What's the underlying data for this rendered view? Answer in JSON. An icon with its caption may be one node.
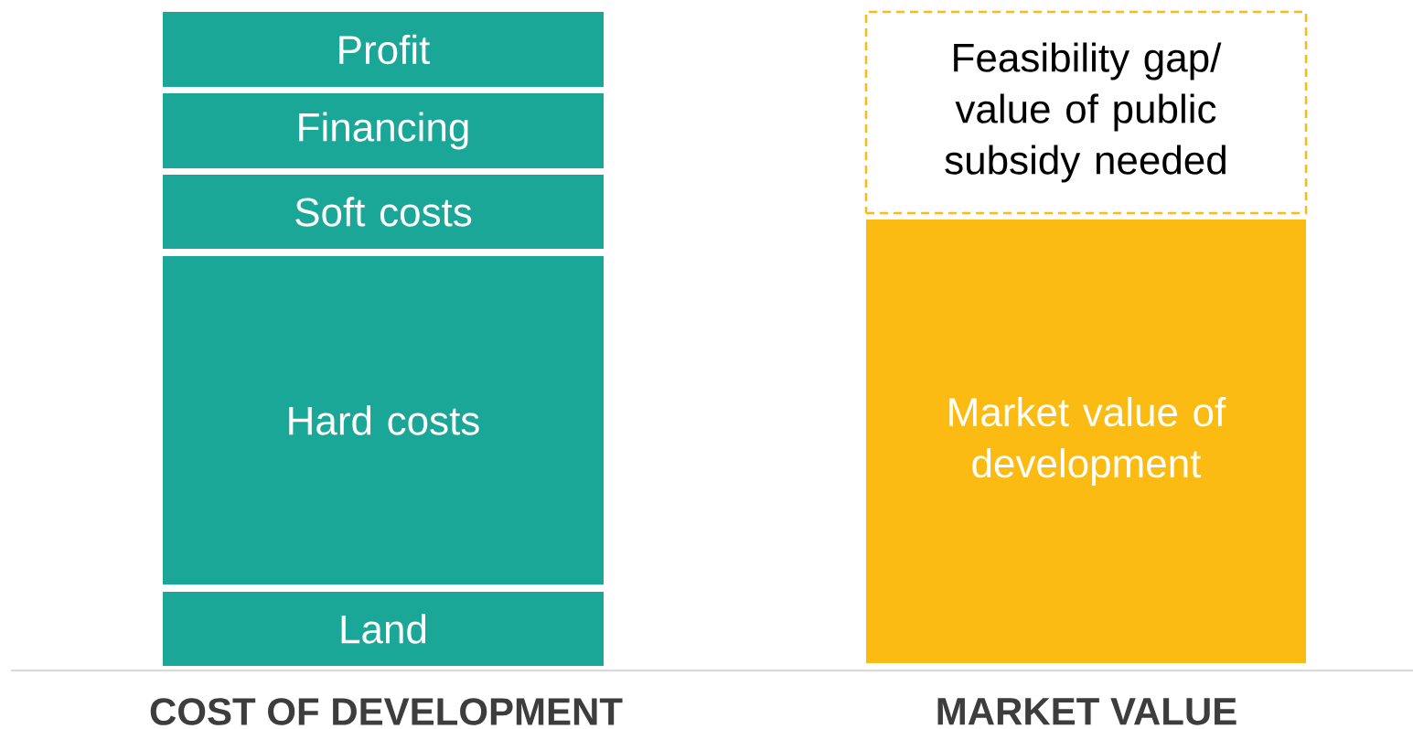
{
  "diagram": {
    "nodes": [
      {
        "text": [
          "Profit"
        ]
      },
      {
        "text": [
          "Financing"
        ]
      },
      {
        "text": [
          "Soft costs"
        ]
      },
      {
        "text": [
          "Hard costs"
        ]
      },
      {
        "text": [
          "Land"
        ]
      },
      {
        "text": [
          "Feasibility gap/ value of public subsidy needed"
        ]
      },
      {
        "text": [
          "Market value of development"
        ]
      }
    ],
    "labels": [
      "COST OF DEVELOPMENT",
      "MARKET VALUE"
    ]
  }
}
